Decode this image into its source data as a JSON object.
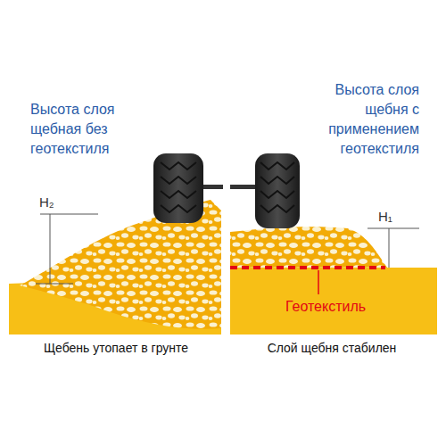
{
  "diagram": {
    "labels": [
      "Высота слоя щебная без геотекстиля",
      "Высота слоя щебня с применением геотекстиля",
      "H₂",
      "H₁",
      "Геотекстиль",
      "Щебень утопает в грунте",
      "Слой щебня стабилен"
    ]
  }
}
